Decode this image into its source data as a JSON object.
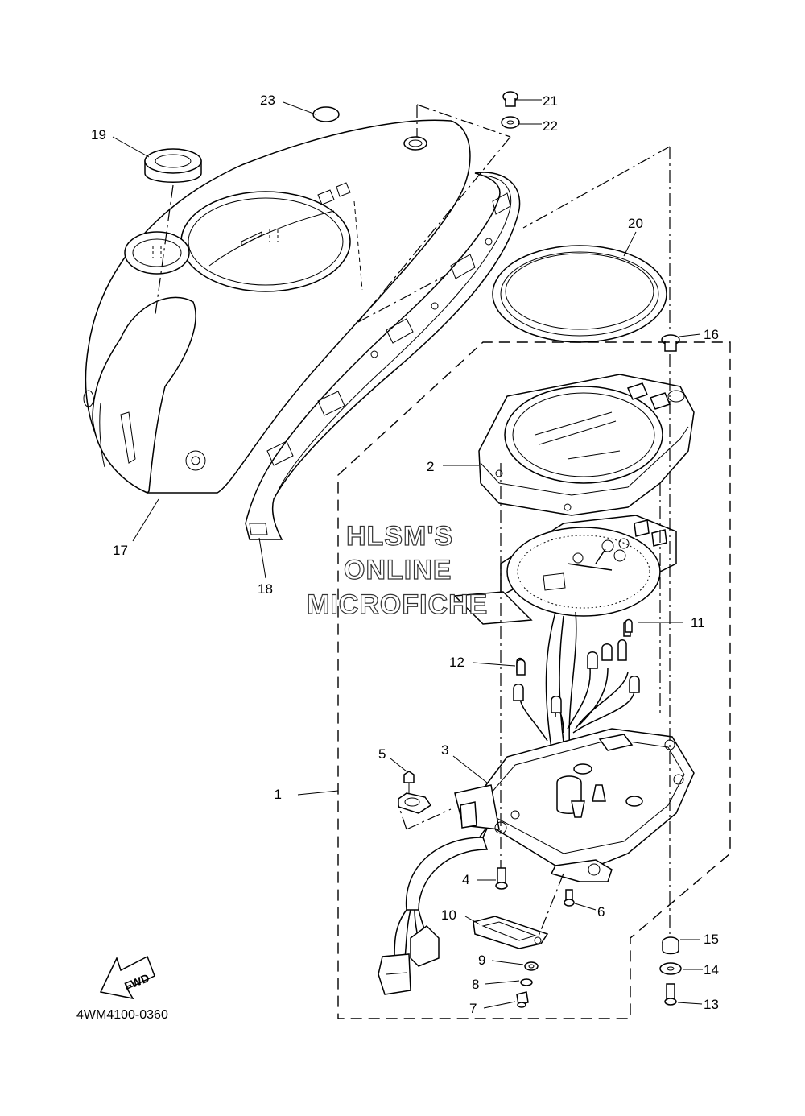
{
  "diagram_code": "4WM4100-0360",
  "fwd_text": "FWD",
  "watermark": [
    "HLSM'S",
    "ONLINE",
    "MICROFICHE"
  ],
  "callouts": [
    {
      "n": "1"
    },
    {
      "n": "2"
    },
    {
      "n": "3"
    },
    {
      "n": "4"
    },
    {
      "n": "5"
    },
    {
      "n": "6"
    },
    {
      "n": "7"
    },
    {
      "n": "8"
    },
    {
      "n": "9"
    },
    {
      "n": "10"
    },
    {
      "n": "11"
    },
    {
      "n": "12"
    },
    {
      "n": "13"
    },
    {
      "n": "14"
    },
    {
      "n": "15"
    },
    {
      "n": "16"
    },
    {
      "n": "17"
    },
    {
      "n": "18"
    },
    {
      "n": "19"
    },
    {
      "n": "20"
    },
    {
      "n": "21"
    },
    {
      "n": "22"
    },
    {
      "n": "23"
    }
  ]
}
